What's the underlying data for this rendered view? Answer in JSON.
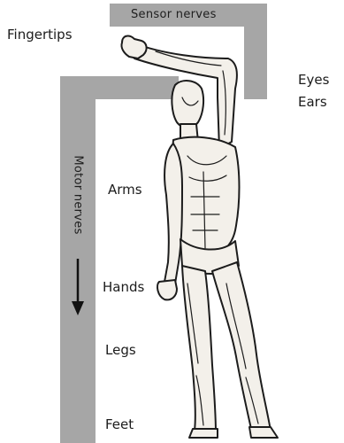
{
  "bands": {
    "sensor_label": "Sensor nerves",
    "motor_label": "Motor nerves"
  },
  "labels": {
    "fingertips": "Fingertips",
    "eyes": "Eyes",
    "ears": "Ears",
    "arms": "Arms",
    "hands": "Hands",
    "legs": "Legs",
    "feet": "Feet"
  },
  "colors": {
    "band": "#a6a6a6",
    "ink": "#1c1c1c",
    "skin": "#f3f0ea"
  }
}
